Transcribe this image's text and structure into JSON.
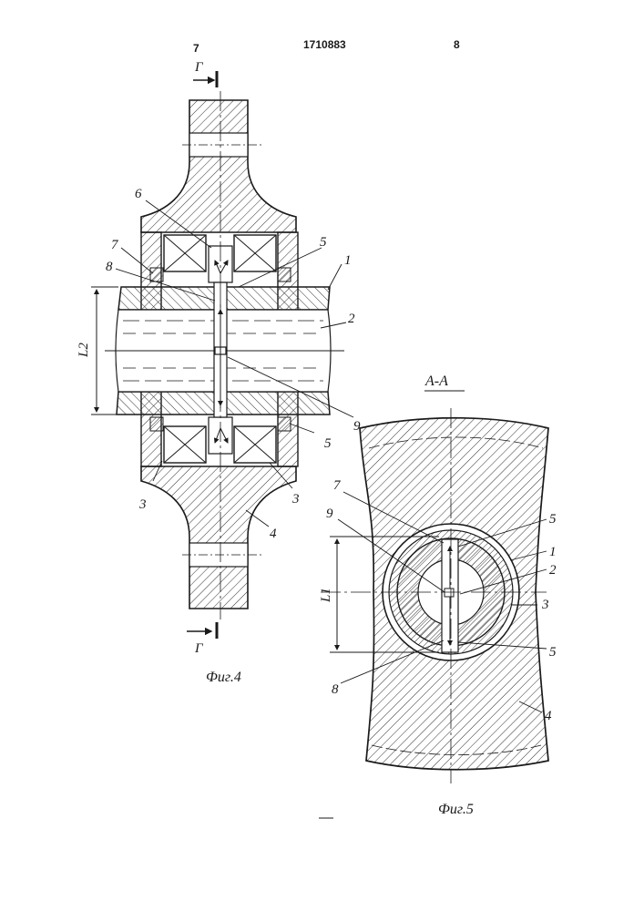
{
  "header": {
    "page_left": "7",
    "patent_number": "1710883",
    "page_right": "8"
  },
  "fig4": {
    "section_mark_top": "Г",
    "section_mark_bottom": "Г",
    "dimension_label": "L2",
    "caption": "Фиг.4",
    "callouts": [
      "6",
      "7",
      "8",
      "5",
      "1",
      "2",
      "9",
      "5",
      "3",
      "3",
      "4"
    ]
  },
  "fig5": {
    "section_title": "А-А",
    "dimension_label": "L1",
    "caption": "Фиг.5",
    "callouts": [
      "7",
      "9",
      "5",
      "1",
      "2",
      "3",
      "5",
      "8",
      "4"
    ]
  }
}
